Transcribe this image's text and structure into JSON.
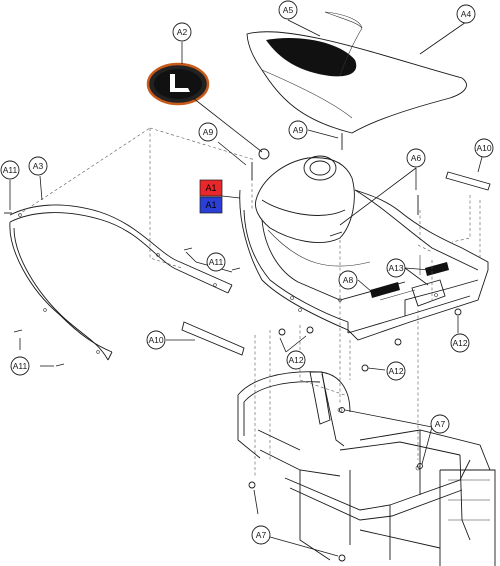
{
  "callouts": {
    "a2": "A2",
    "a3": "A3",
    "a4": "A4",
    "a5": "A5",
    "a6": "A6",
    "a7_top": "A7",
    "a7_bottom": "A7",
    "a8": "A8",
    "a9_left": "A9",
    "a9_right": "A9",
    "a10_right": "A10",
    "a10_left": "A10",
    "a11_top": "A11",
    "a11_mid": "A11",
    "a11_bottom": "A11",
    "a12_left": "A12",
    "a12_right": "A12",
    "a12_center": "A12",
    "a13": "A13"
  },
  "color_badges": {
    "red": {
      "label": "A1",
      "color": "#e8282b"
    },
    "blue": {
      "label": "A1",
      "color": "#2b3fd6"
    }
  },
  "colors": {
    "ink": "#1a1a1a",
    "seat_fill": "#e6e6e6",
    "dark": "#111111"
  }
}
